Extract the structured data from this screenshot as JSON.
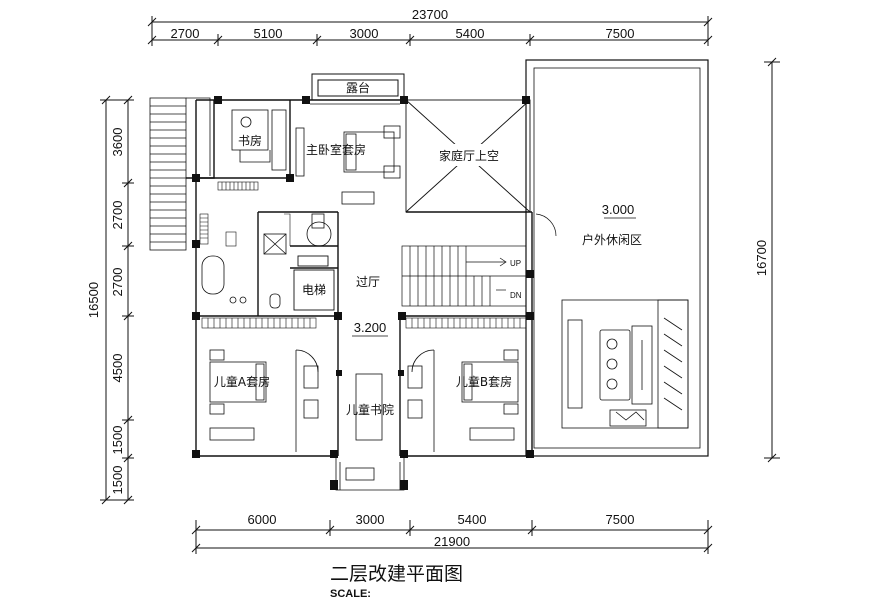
{
  "dimensions": {
    "top_total": "23700",
    "top_segments": [
      "2700",
      "5100",
      "3000",
      "5400",
      "7500"
    ],
    "bottom_segments": [
      "6000",
      "3000",
      "5400",
      "7500"
    ],
    "bottom_total": "21900",
    "left_total": "16500",
    "left_segments": [
      "3600",
      "2700",
      "2700",
      "4500",
      "1500",
      "1500"
    ],
    "right_total": "16700"
  },
  "rooms": {
    "balcony": "露台",
    "study": "书房",
    "master_suite": "主卧室套房",
    "family_hall_void": "家庭厅上空",
    "outdoor_leisure": "户外休闲区",
    "outdoor_level": "3.000",
    "elevator": "电梯",
    "corridor": "过厅",
    "corridor_level": "3.200",
    "kids_a": "儿童A套房",
    "kids_b": "儿童B套房",
    "kids_study_court": "儿童书院",
    "stair_up": "UP",
    "stair_down": "DN"
  },
  "title": "二层改建平面图",
  "scale_label": "SCALE:"
}
